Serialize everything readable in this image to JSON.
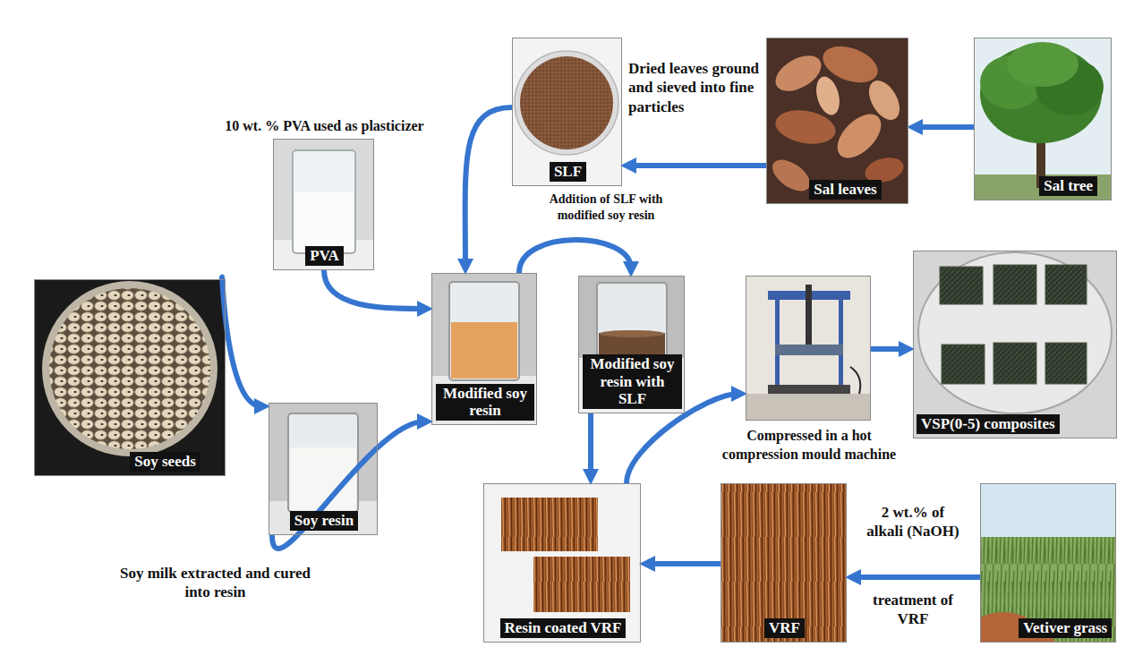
{
  "diagram": {
    "nodes": [
      {
        "text": [
          "10 wt. % PVA used as plasticizer",
          "PVA"
        ]
      },
      {
        "text": [
          "SLF"
        ]
      },
      {
        "text": [
          "Sal leaves"
        ]
      },
      {
        "text": [
          "Sal tree"
        ]
      },
      {
        "text": [
          "Soy seeds"
        ]
      },
      {
        "text": [
          "Modified soy resin"
        ]
      },
      {
        "text": [
          "Modified soy resin with SLF"
        ]
      },
      {
        "text": [
          "Compressed in a hot compression mould machine"
        ]
      },
      {
        "text": [
          "VSP(0-5) composites"
        ]
      },
      {
        "text": [
          "Soy resin"
        ]
      },
      {
        "text": [
          "Resin coated VRF"
        ]
      },
      {
        "text": [
          "VRF"
        ]
      },
      {
        "text": [
          "Vetiver grass"
        ]
      }
    ],
    "edges": [
      {
        "from": 3,
        "to": 2,
        "arrow": "to"
      },
      {
        "from": 2,
        "to": 1,
        "label": "Dried leaves ground and sieved into fine particles",
        "arrow": "to"
      },
      {
        "from": 1,
        "to": 5,
        "arrow": "to"
      },
      {
        "from": 5,
        "to": 6,
        "label": "Addition of SLF with modified soy resin",
        "arrow": "to"
      },
      {
        "from": 0,
        "to": 5,
        "arrow": "to"
      },
      {
        "from": 4,
        "to": 9,
        "label": "Soy milk extracted and cured into resin",
        "arrow": "to"
      },
      {
        "from": 9,
        "to": 5,
        "arrow": "to"
      },
      {
        "from": 6,
        "to": 10,
        "arrow": "to"
      },
      {
        "from": 10,
        "to": 7,
        "arrow": "to"
      },
      {
        "from": 7,
        "to": 8,
        "arrow": "to"
      },
      {
        "from": 12,
        "to": 11,
        "arrow": "to"
      },
      {
        "from": 11,
        "to": 10,
        "arrow": "to"
      }
    ],
    "labels": [
      "2 wt.% of alkali (NaOH)",
      "treatment of VRF"
    ]
  }
}
